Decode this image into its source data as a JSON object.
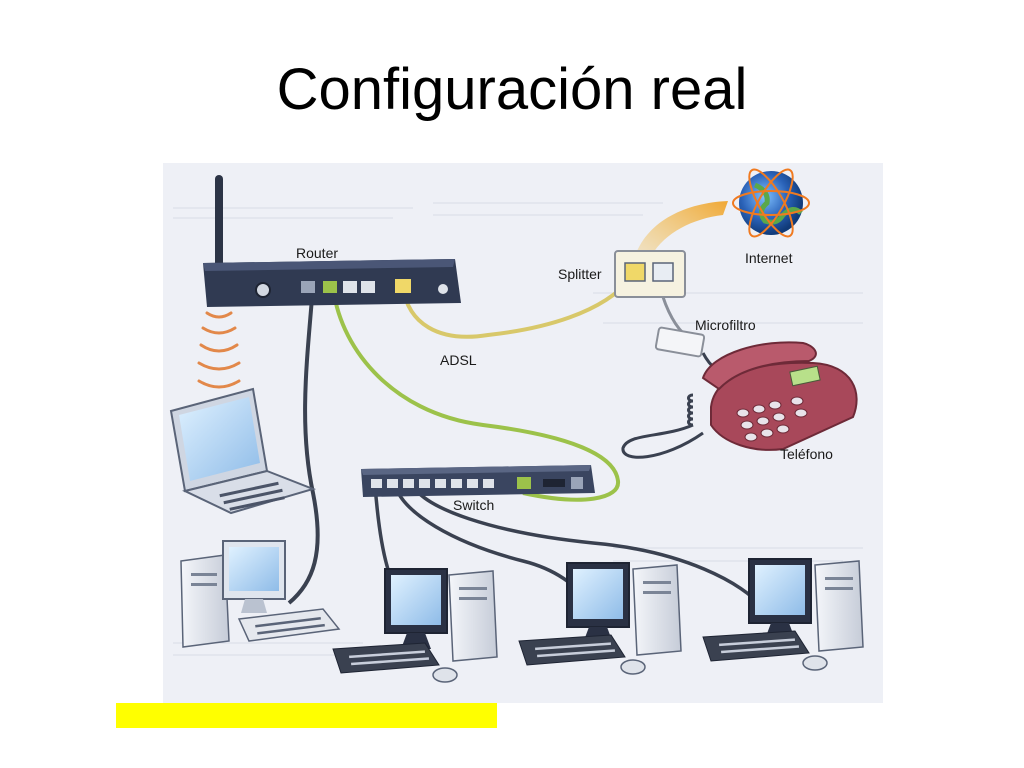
{
  "slide": {
    "title": "Configuración real"
  },
  "labels": {
    "router": "Router",
    "splitter": "Splitter",
    "internet": "Internet",
    "microfiltro": "Microfiltro",
    "adsl": "ADSL",
    "telefono": "Teléfono",
    "switch": "Switch"
  },
  "colors": {
    "background_paper": "#eef0f6",
    "cable_dark": "#3a4150",
    "cable_yellow": "#d8c86a",
    "cable_green": "#9cc24a",
    "wifi_orange": "#e2884a",
    "phone_red": "#a8485a",
    "highlight": "#ffff00"
  },
  "icons": [
    "router-icon",
    "wifi-waves-icon",
    "laptop-icon",
    "globe-icon",
    "splitter-icon",
    "microfilter-icon",
    "telephone-icon",
    "switch-icon",
    "desktop-computer-icon"
  ]
}
